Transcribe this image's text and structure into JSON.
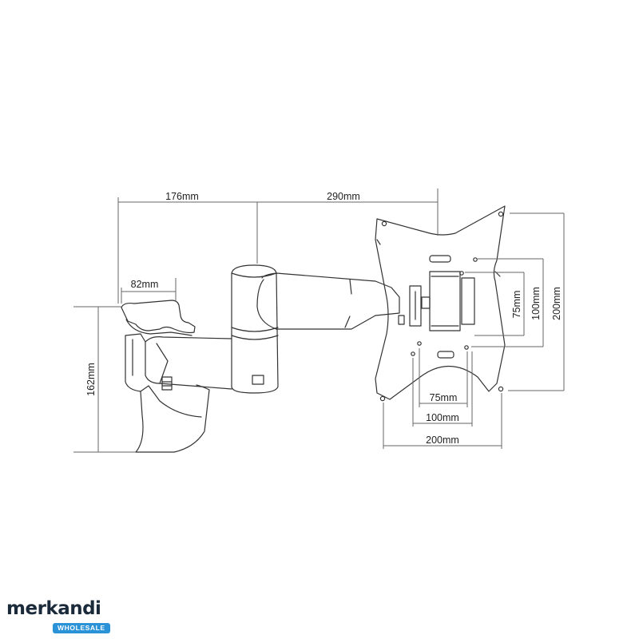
{
  "dimensions": {
    "arm_offset": "176mm",
    "arm_extension": "290mm",
    "wall_plate_width": "82mm",
    "wall_plate_height": "162mm",
    "vesa_v_75": "75mm",
    "vesa_v_100": "100mm",
    "vesa_v_200": "200mm",
    "vesa_h_75": "75mm",
    "vesa_h_100": "100mm",
    "vesa_h_200": "200mm"
  },
  "logo": {
    "name": "merkandi",
    "badge": "WHOLESALE"
  },
  "colors": {
    "line": "#333333",
    "dim_line": "#666666",
    "logo_text": "#1b2a3a",
    "logo_badge": "#2a92d6"
  }
}
